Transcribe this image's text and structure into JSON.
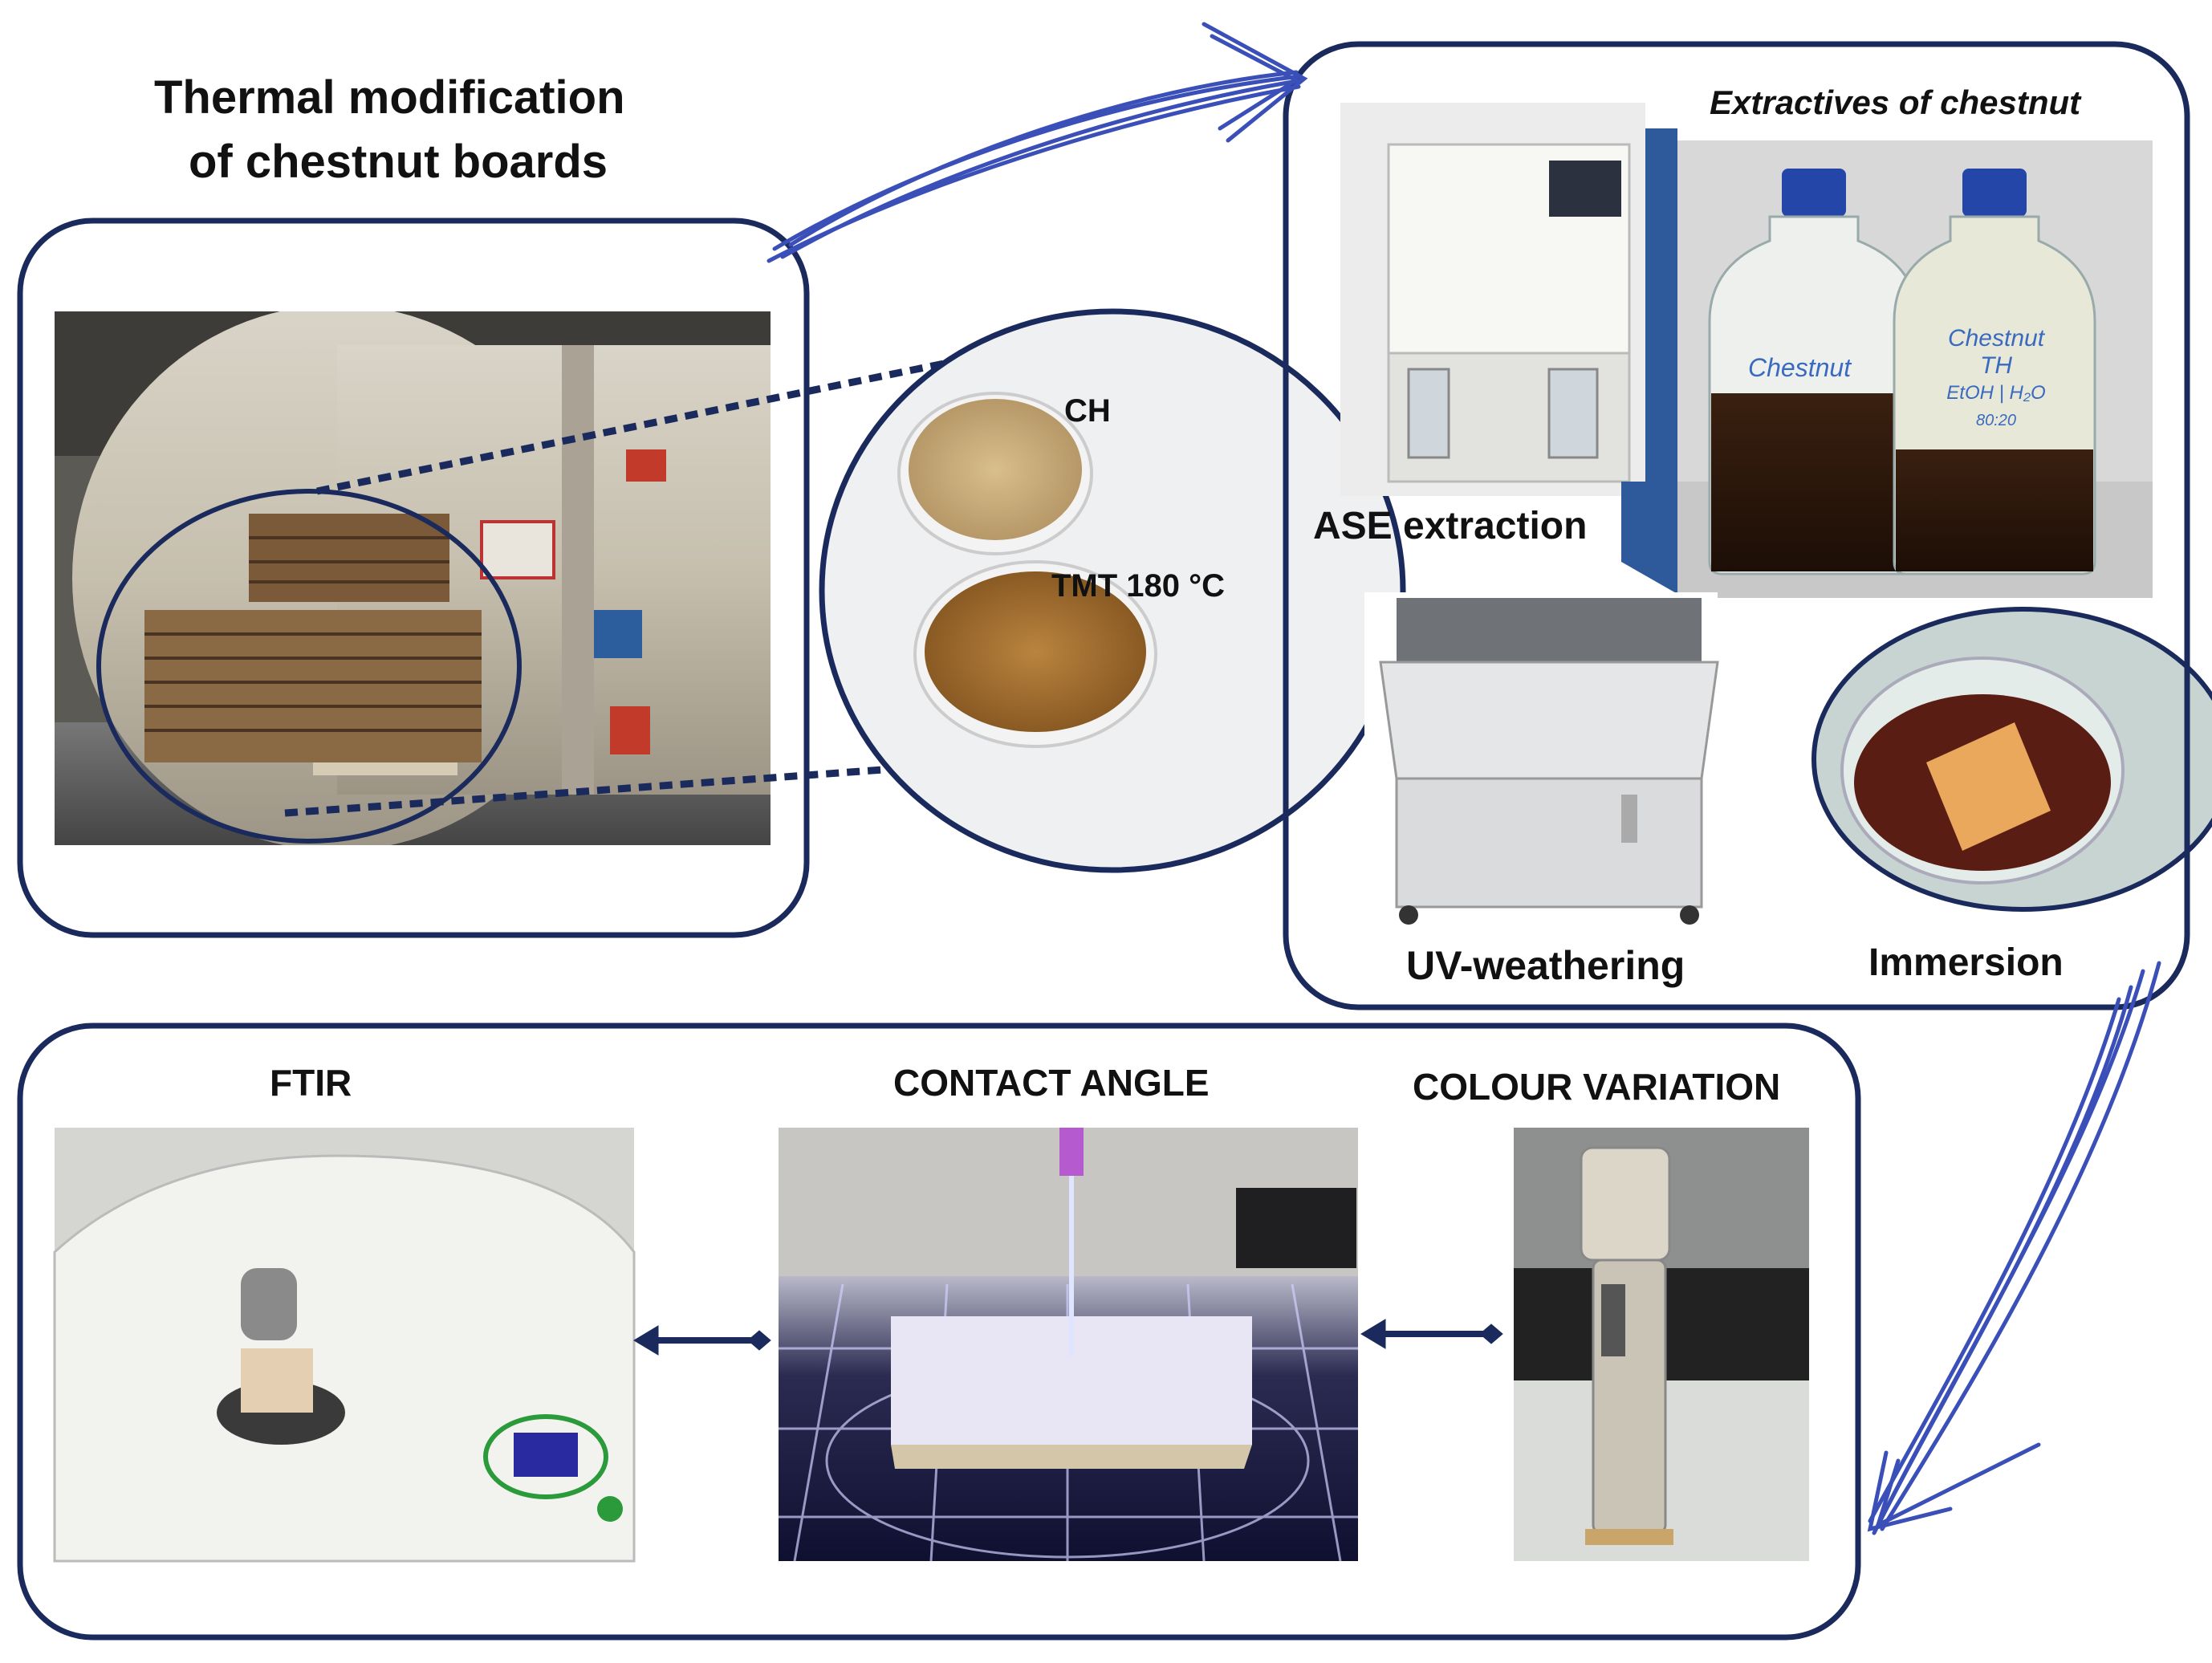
{
  "title": {
    "line1": "Thermal modification",
    "line2": "of chestnut boards"
  },
  "samples": {
    "ch_label": "CH",
    "tmt_label": "TMT 180 °C"
  },
  "extraction_panel": {
    "heading": "Extractives of chestnut",
    "ase_label": "ASE extraction",
    "uv_label": "UV-weathering",
    "immersion_label": "Immersion",
    "bottle1_text": "Chestnut",
    "bottle2_text": [
      "Chestnut",
      "TH",
      "EtOH | H₂O",
      "80:20"
    ]
  },
  "analysis_panel": {
    "ftir_label": "FTIR",
    "contact_angle_label": "CONTACT ANGLE",
    "colour_label": "COLOUR VARIATION"
  },
  "colors": {
    "panel_border": "#1b2a5c",
    "arrow": "#3b4fb8",
    "wood_light": "#c9a978",
    "wood_dark": "#6b4420"
  }
}
